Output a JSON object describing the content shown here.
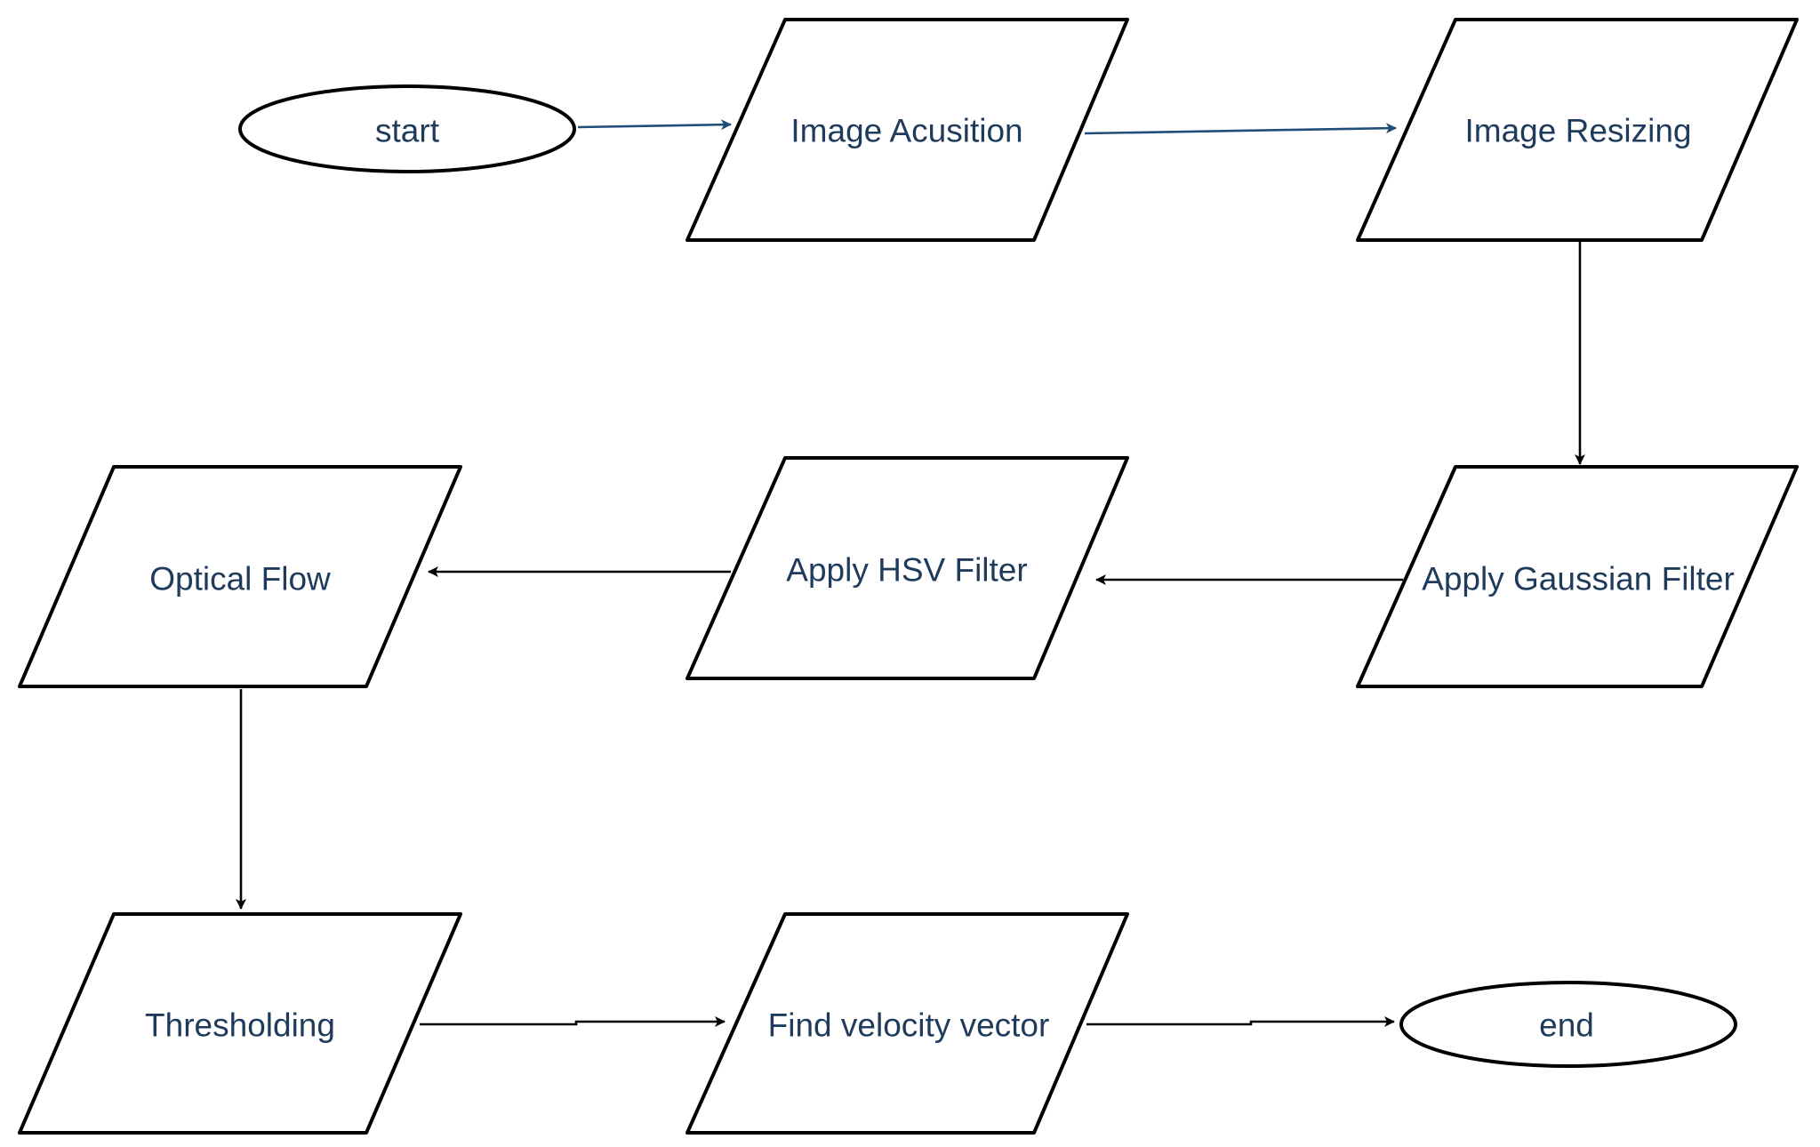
{
  "flowchart": {
    "nodes": {
      "start": {
        "shape": "terminator",
        "label": "start"
      },
      "acquisition": {
        "shape": "parallelogram",
        "label": "Image Acusition"
      },
      "resizing": {
        "shape": "parallelogram",
        "label": "Image Resizing"
      },
      "gaussian": {
        "shape": "parallelogram",
        "label": "Apply Gaussian Filter"
      },
      "hsv": {
        "shape": "parallelogram",
        "label": "Apply HSV Filter"
      },
      "optical_flow": {
        "shape": "parallelogram",
        "label": "Optical Flow"
      },
      "thresholding": {
        "shape": "parallelogram",
        "label": "Thresholding"
      },
      "velocity": {
        "shape": "parallelogram",
        "label": "Find velocity vector"
      },
      "end": {
        "shape": "terminator",
        "label": "end"
      }
    },
    "edges": [
      {
        "from": "start",
        "to": "acquisition"
      },
      {
        "from": "acquisition",
        "to": "resizing"
      },
      {
        "from": "resizing",
        "to": "gaussian"
      },
      {
        "from": "gaussian",
        "to": "hsv"
      },
      {
        "from": "hsv",
        "to": "optical_flow"
      },
      {
        "from": "optical_flow",
        "to": "thresholding"
      },
      {
        "from": "thresholding",
        "to": "velocity"
      },
      {
        "from": "velocity",
        "to": "end"
      }
    ]
  },
  "colors": {
    "label_text": "#1f3b5c",
    "edge_top_row": "#1f4e79",
    "edge_default": "#000000",
    "shape_stroke": "#000000",
    "shape_fill": "#ffffff"
  }
}
